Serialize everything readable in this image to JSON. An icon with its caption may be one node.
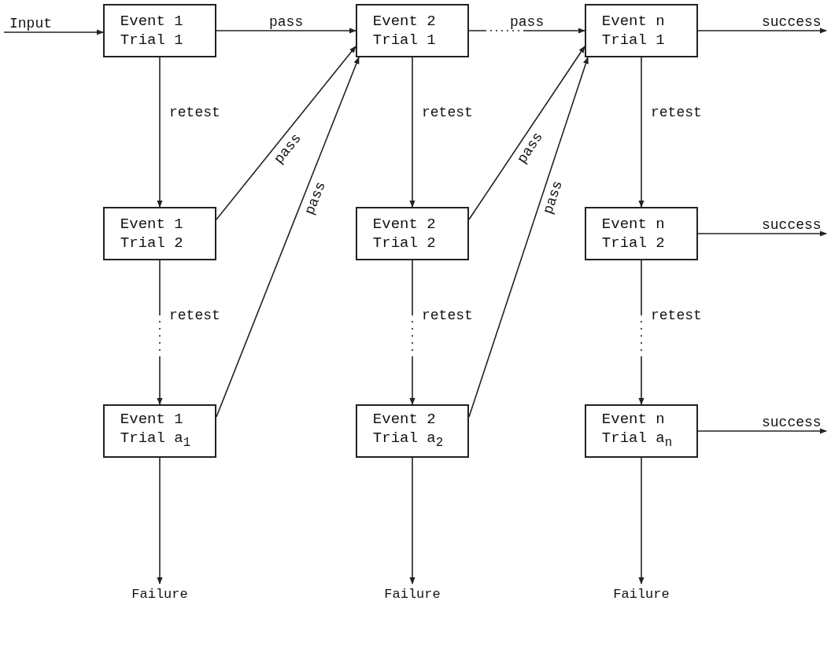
{
  "diagram": {
    "nodes": [
      {
        "text": [
          "Event 1 Trial 1"
        ]
      },
      {
        "text": [
          "Event 2 Trial 1"
        ]
      },
      {
        "text": [
          "Event n Trial 1"
        ]
      },
      {
        "text": [
          "Event 1 Trial 2"
        ]
      },
      {
        "text": [
          "Event 2 Trial 2"
        ]
      },
      {
        "text": [
          "Event n Trial 2"
        ]
      },
      {
        "text": [
          "Event 1 Trial a$_{1}$"
        ]
      },
      {
        "text": [
          "Event 2 Trial a$_{2}$"
        ]
      },
      {
        "text": [
          "Event n Trial a$_{n}$"
        ]
      },
      {
        "text": [
          "Failure"
        ]
      },
      {
        "text": [
          "Failure"
        ]
      },
      {
        "text": [
          "Failure"
        ]
      }
    ],
    "edges": [
      {
        "from": null,
        "to": 0,
        "arrow": "to",
        "label": "Input"
      },
      {
        "from": 0,
        "to": 1,
        "arrow": "to",
        "label": "pass"
      },
      {
        "from": 1,
        "to": 2,
        "arrow": "to",
        "label": "pass",
        "style": "dashed"
      },
      {
        "from": 2,
        "to": null,
        "arrow": "to",
        "label": "success"
      },
      {
        "from": 0,
        "to": 3,
        "arrow": "to",
        "label": "retest"
      },
      {
        "from": 3,
        "to": 1,
        "arrow": "to",
        "label": "pass"
      },
      {
        "from": 6,
        "to": 1,
        "arrow": "to",
        "label": "pass"
      },
      {
        "from": 1,
        "to": 4,
        "arrow": "to",
        "label": "retest"
      },
      {
        "from": 4,
        "to": 2,
        "arrow": "to",
        "label": "pass"
      },
      {
        "from": 7,
        "to": 2,
        "arrow": "to",
        "label": "pass"
      },
      {
        "from": 2,
        "to": 5,
        "arrow": "to",
        "label": "retest"
      },
      {
        "from": 5,
        "to": null,
        "arrow": "to",
        "label": "success"
      },
      {
        "from": 3,
        "to": 6,
        "arrow": "to",
        "label": "retest",
        "style": "dashed"
      },
      {
        "from": 4,
        "to": 7,
        "arrow": "to",
        "label": "retest",
        "style": "dashed"
      },
      {
        "from": 5,
        "to": 8,
        "arrow": "to",
        "label": "retest",
        "style": "dashed"
      },
      {
        "from": 8,
        "to": null,
        "arrow": "to",
        "label": "success"
      },
      {
        "from": 6,
        "to": 9,
        "arrow": "to"
      },
      {
        "from": 7,
        "to": 10,
        "arrow": "to"
      },
      {
        "from": 8,
        "to": 11,
        "arrow": "to"
      }
    ]
  }
}
